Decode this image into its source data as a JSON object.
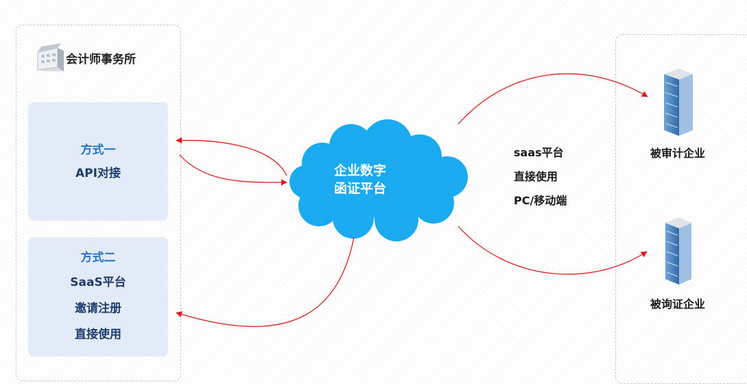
{
  "firm": {
    "title": "会计师事务所",
    "icon": "office-building-icon"
  },
  "method_one": {
    "heading": "方式一",
    "lines": [
      "API对接"
    ]
  },
  "method_two": {
    "heading": "方式二",
    "lines": [
      "SaaS平台",
      "邀请注册",
      "直接使用"
    ]
  },
  "platform": {
    "line1": "企业数字",
    "line2": "函证平台",
    "color": "#1aaaf0"
  },
  "saas_access": {
    "lines": [
      "saas平台",
      "直接使用",
      "PC/移动端"
    ]
  },
  "enterprises": [
    {
      "label": "被审计企业",
      "icon": "skyscraper-icon"
    },
    {
      "label": "被询证企业",
      "icon": "skyscraper-icon"
    }
  ],
  "colors": {
    "arrow": "#d81e1e",
    "method_heading": "#2574c9",
    "method_text": "#1f3b6e",
    "box_fill": "#e3ecf6"
  }
}
